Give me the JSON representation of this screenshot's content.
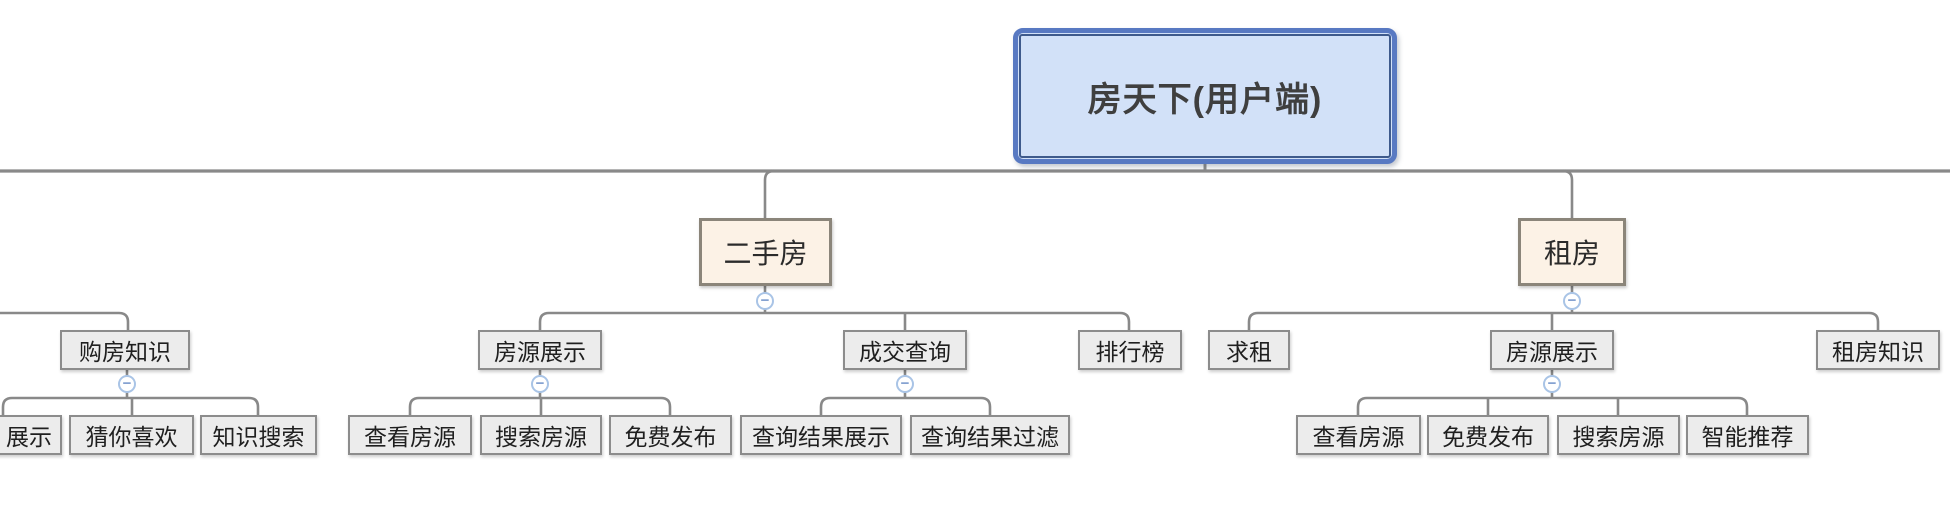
{
  "app": {
    "view": "mindmap-org-chart-canvas",
    "layout_note": "tree clipped at left, right and bottom edges of viewport"
  },
  "colors": {
    "background": "#ffffff",
    "connector_line": "#898989",
    "root_fill": "#d2e1f8",
    "root_outer_border": "#5879c2",
    "root_inner_border": "#3e5a8c",
    "branch_fill": "#fcf2e6",
    "branch_border": "#8b857a",
    "node_fill": "#ececec",
    "node_border": "#8c8c8c",
    "text": "#2b2b2b",
    "collapse_icon_border": "#a9c4e6",
    "collapse_icon_glyph_color": "#7f9ecf"
  },
  "icons": {
    "collapse_glyph": "−",
    "collapse_meaning": "collapse-branch (minus in circle)"
  },
  "map": {
    "root": {
      "label": "房天下(用户端)"
    },
    "l2": {
      "ershoufang": {
        "label": "二手房"
      },
      "zufang": {
        "label": "租房"
      }
    },
    "l3": {
      "goufangzhishi": {
        "label": "购房知识"
      },
      "fangyuanzhanshi_esf": {
        "label": "房源展示"
      },
      "chengjiaochaxun": {
        "label": "成交查询"
      },
      "paihangbang": {
        "label": "排行榜"
      },
      "qiuzu": {
        "label": "求租"
      },
      "fangyuanzhanshi_zf": {
        "label": "房源展示"
      },
      "zufangzhishi": {
        "label": "租房知识"
      }
    },
    "l4": {
      "zhanshi_clipped": {
        "label": "展示"
      },
      "cainixihuan": {
        "label": "猜你喜欢"
      },
      "zhishisousuo": {
        "label": "知识搜索"
      },
      "chakanfangyuan_esf": {
        "label": "查看房源"
      },
      "sousuofangyuan_esf": {
        "label": "搜索房源"
      },
      "mianfeifabu_esf": {
        "label": "免费发布"
      },
      "jieguo_zhanshi": {
        "label": "查询结果展示"
      },
      "jieguo_guolv": {
        "label": "查询结果过滤"
      },
      "chakanfangyuan_zf": {
        "label": "查看房源"
      },
      "mianfeifabu_zf": {
        "label": "免费发布"
      },
      "sousuofangyuan_zf": {
        "label": "搜索房源"
      },
      "zhinengtuijian": {
        "label": "智能推荐"
      }
    }
  }
}
